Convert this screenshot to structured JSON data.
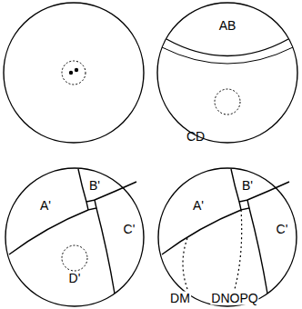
{
  "diagram": {
    "labels": [
      "AB",
      "CD",
      "A'",
      "B'",
      "C'",
      "D'",
      "A'",
      "B'",
      "C'",
      "DM",
      "DNOPQ"
    ]
  }
}
